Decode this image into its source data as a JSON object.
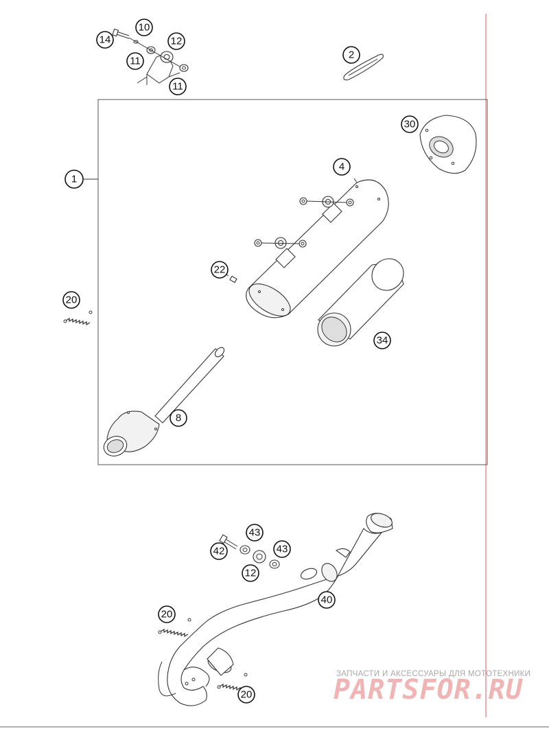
{
  "callouts": {
    "c1": "1",
    "c2": "2",
    "c4": "4",
    "c8": "8",
    "c10": "10",
    "c11a": "11",
    "c11b": "11",
    "c12a": "12",
    "c12b": "12",
    "c14": "14",
    "c20a": "20",
    "c20b": "20",
    "c20c": "20",
    "c22": "22",
    "c30": "30",
    "c34": "34",
    "c40": "40",
    "c42": "42",
    "c43a": "43",
    "c43b": "43"
  },
  "watermark": {
    "subtitle": "ЗАПЧАСТИ И АКСЕССУАРЫ ДЛЯ МОТОТЕХНИКИ",
    "brand": "PARTSFOR.RU"
  },
  "colors": {
    "line": "#333333",
    "margin_line": "#e05a5a",
    "watermark_brand": "#f0b4b4"
  }
}
